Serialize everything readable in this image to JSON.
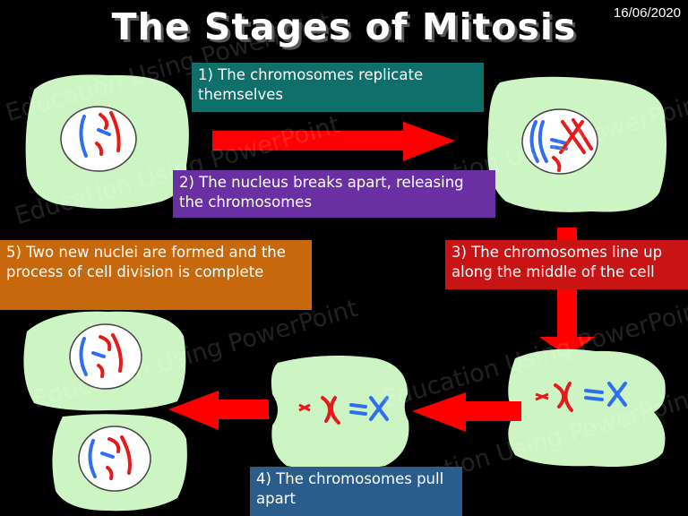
{
  "title": "The Stages of Mitosis",
  "date": "16/06/2020",
  "steps": [
    {
      "text": "1) The chromosomes replicate themselves",
      "color": "#0f6f6b"
    },
    {
      "text": "2) The nucleus breaks apart, releasing the chromosomes",
      "color": "#6a2fa3"
    },
    {
      "text": "3) The chromosomes line up along the middle of the cell",
      "color": "#c81414"
    },
    {
      "text": "4) The chromosomes pull apart",
      "color": "#2a5d8c"
    },
    {
      "text": "5) Two new nuclei are formed  and the process of cell division is complete",
      "color": "#c8680c"
    }
  ],
  "watermark": "Education Using PowerPoint",
  "colors": {
    "cell": "#cdf5c4",
    "arrow": "#ff0000",
    "chromosome_red": "#e51b1b",
    "chromosome_blue": "#2e6ff0"
  }
}
